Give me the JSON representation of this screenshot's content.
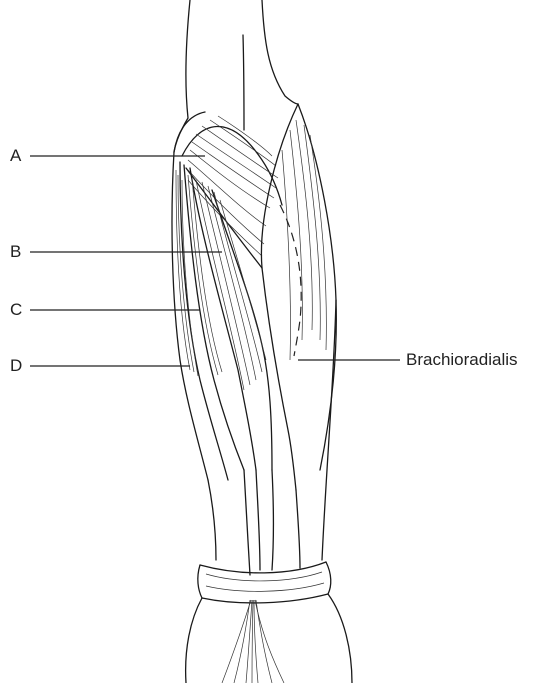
{
  "diagram": {
    "labels": {
      "a": "A",
      "b": "B",
      "c": "C",
      "d": "D",
      "brachioradialis": "Brachioradialis"
    }
  }
}
